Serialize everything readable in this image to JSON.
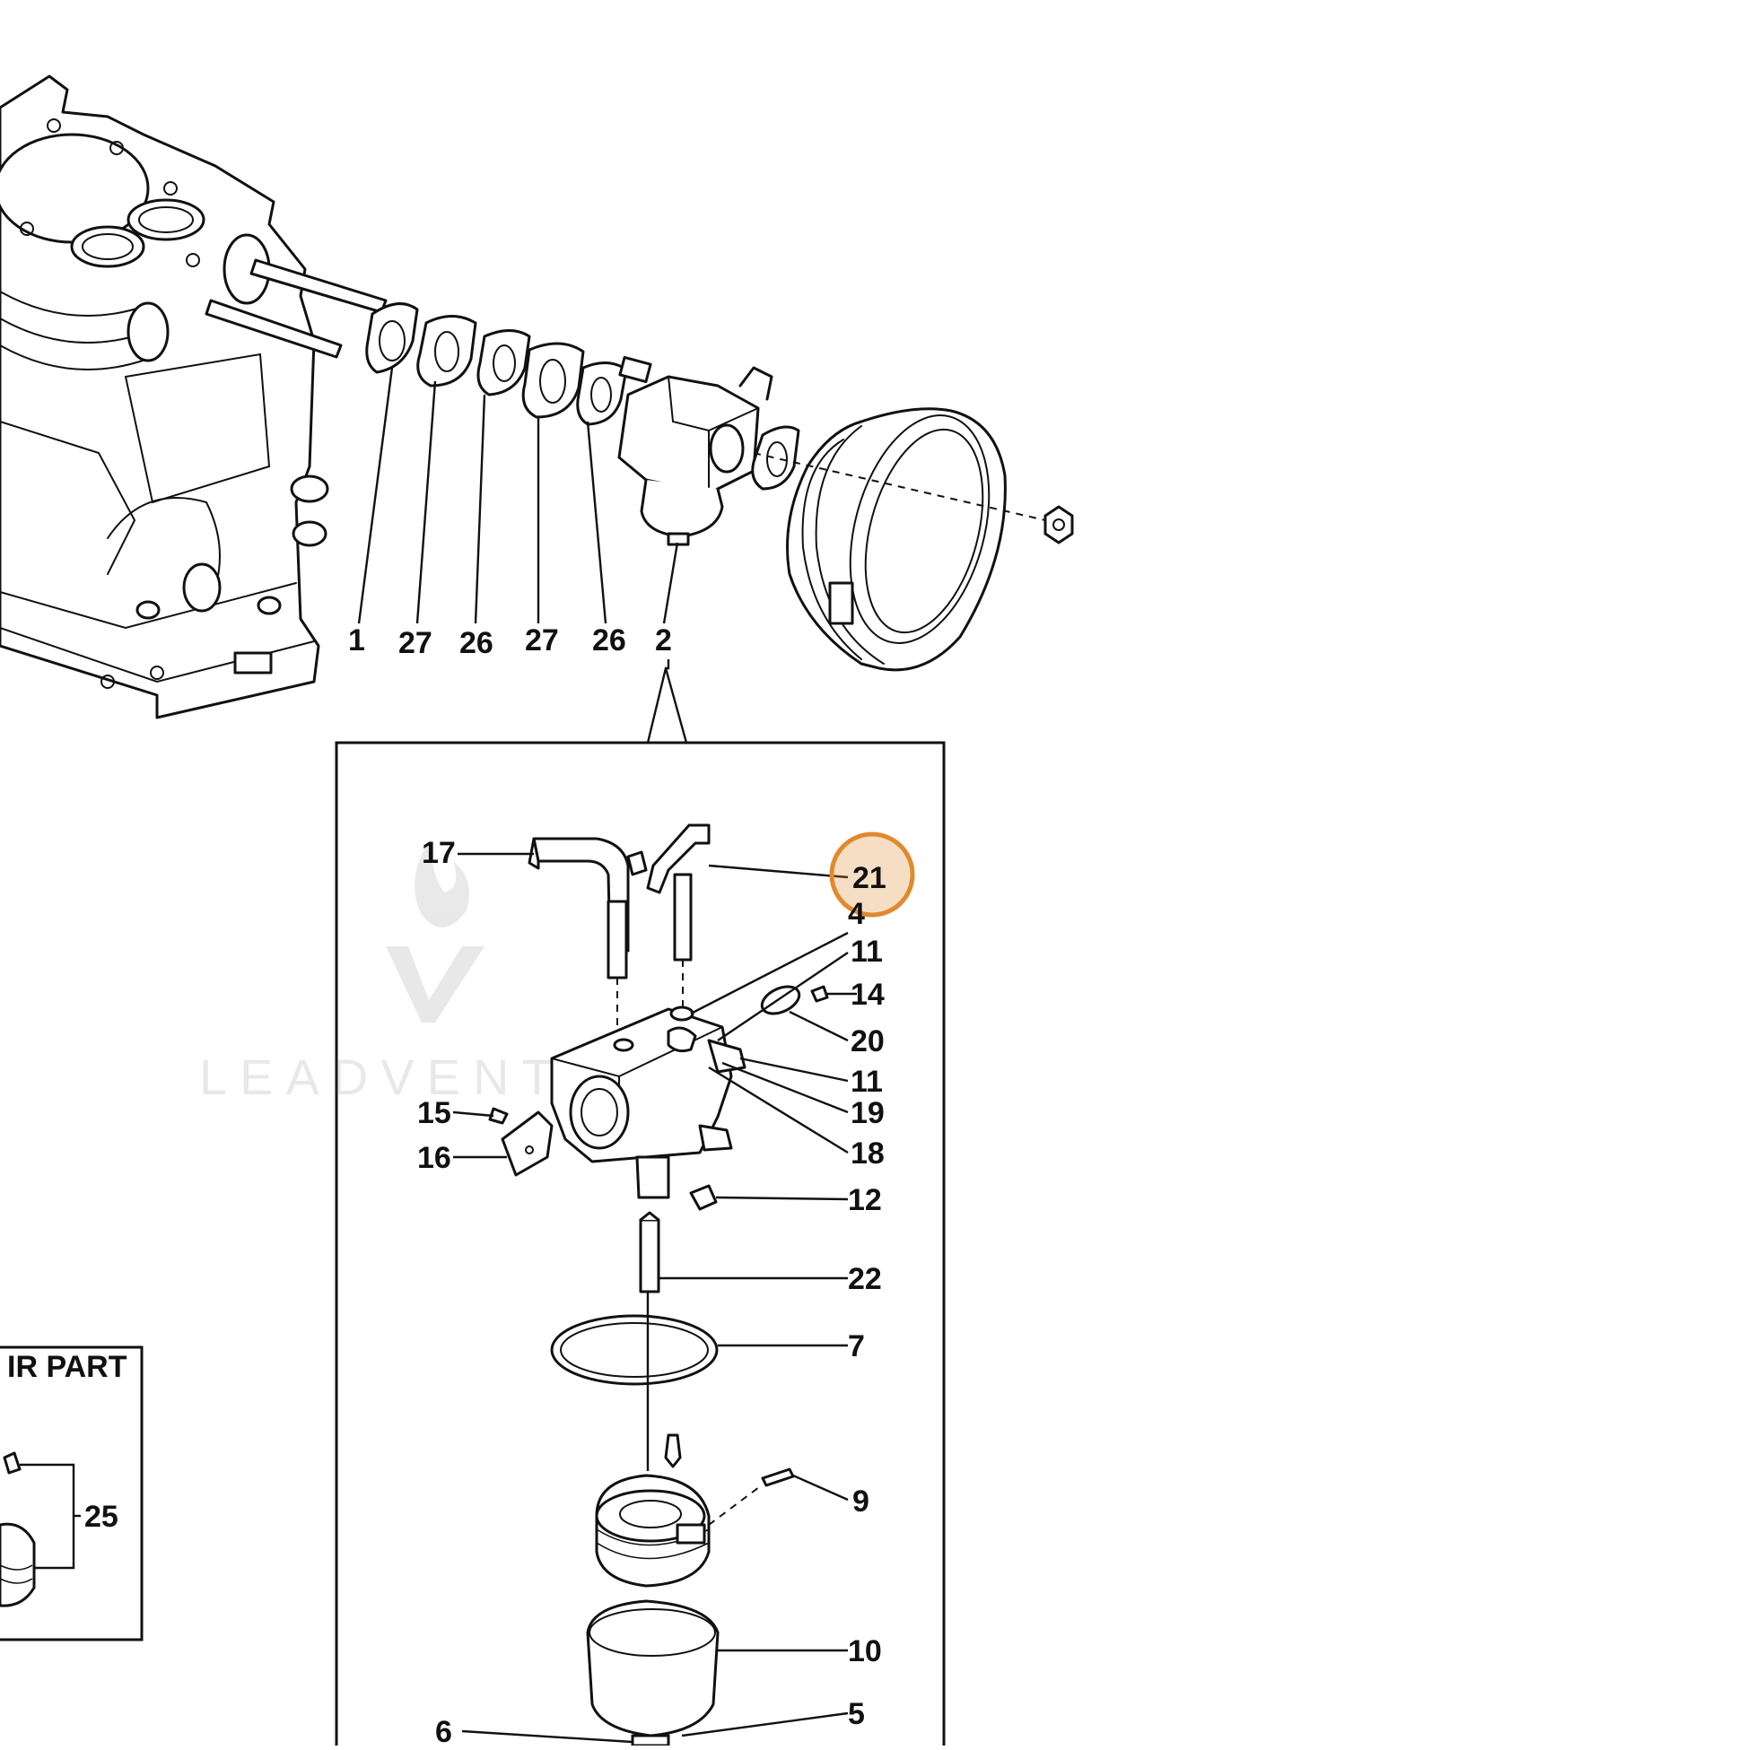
{
  "diagram": {
    "upper_callouts": [
      "1",
      "27",
      "26",
      "27",
      "26",
      "2"
    ],
    "inset_callouts": {
      "c17": "17",
      "c21": "21",
      "c4": "4",
      "c11a": "11",
      "c14": "14",
      "c20": "20",
      "c11b": "11",
      "c19": "19",
      "c18": "18",
      "c15": "15",
      "c16": "16",
      "c12": "12",
      "c22": "22",
      "c7": "7",
      "c9": "9",
      "c10": "10",
      "c5": "5",
      "c6": "6"
    },
    "side_panel": {
      "label": "IR PART",
      "callout": "25"
    },
    "watermark": "LEADVENT",
    "highlight_color": "#e08a2e"
  }
}
